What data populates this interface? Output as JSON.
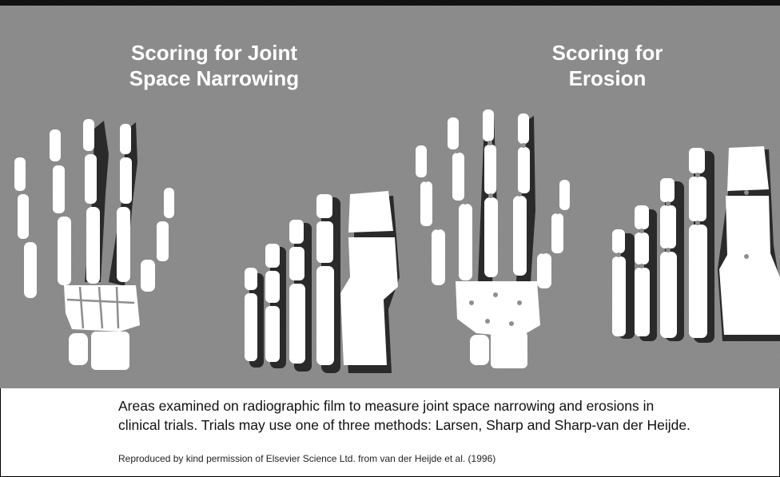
{
  "panels": {
    "left_title": [
      "Scoring for Joint",
      "Space Narrowing"
    ],
    "right_title": [
      "Scoring for",
      "Erosion"
    ]
  },
  "caption": {
    "line1": "Areas examined on radiographic film to measure joint space narrowing and erosions in",
    "line2": "clinical trials. Trials may use one of three methods:  Larsen, Sharp and Sharp-van der Heijde."
  },
  "credit": "Reproduced by kind permission of Elsevier Science Ltd. from van der Heijde et al. (1996)",
  "colors": {
    "background": "#8e8e8e",
    "bone": "#ffffff",
    "shadow": "#2a2a2a",
    "title": "#ffffff"
  }
}
